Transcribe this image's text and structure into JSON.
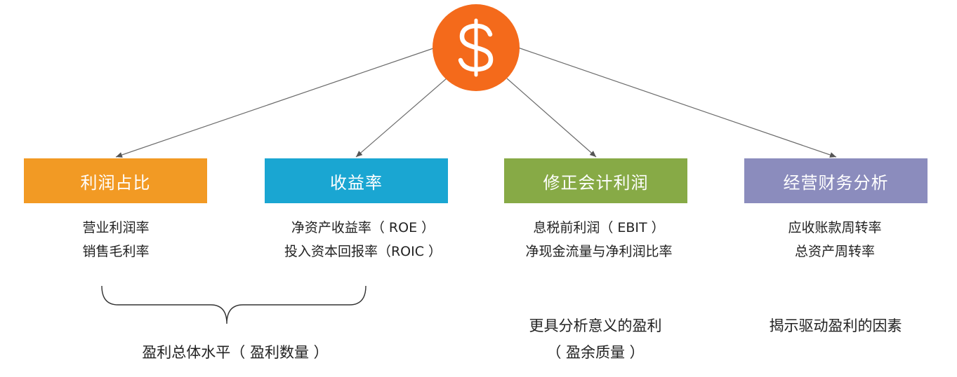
{
  "hub": {
    "icon": "dollar-sign-icon",
    "color": "#f46a1b"
  },
  "categories": [
    {
      "label": "利润占比",
      "color": "#f29a24",
      "metrics": [
        "营业利润率",
        "销售毛利率"
      ]
    },
    {
      "label": "收益率",
      "color": "#1aa6d2",
      "metrics": [
        "净资产收益率（ ROE ）",
        "投入资本回报率（ROIC ）"
      ]
    },
    {
      "label": "修正会计利润",
      "color": "#87aa46",
      "metrics": [
        "息税前利润（ EBIT ）",
        "净现金流量与净利润比率"
      ]
    },
    {
      "label": "经营财务分析",
      "color": "#8b8cbd",
      "metrics": [
        "应收账款周转率",
        "总资产周转率"
      ]
    }
  ],
  "notes": {
    "combined": "盈利总体水平（ 盈利数量 ）",
    "correction_line1": "更具分析意义的盈利",
    "correction_line2": "（ 盈余质量 ）",
    "drivers": "揭示驱动盈利的因素"
  }
}
